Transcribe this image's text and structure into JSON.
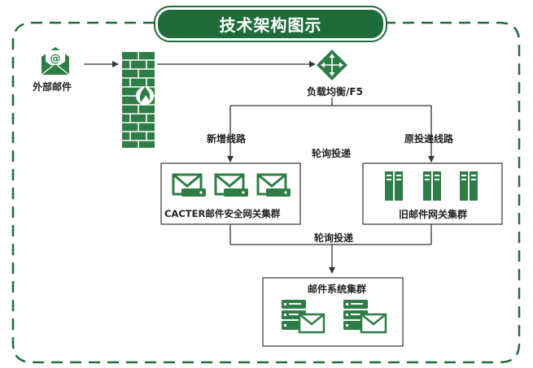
{
  "title": "技术架构图示",
  "nodes": {
    "external_mail": "外部邮件",
    "load_balancer": "负载均衡/F5",
    "new_route": "新增线路",
    "orig_route": "原投递线路",
    "poll_top": "轮询投递",
    "cacter_cluster": "CACTER邮件安全网关集群",
    "old_cluster": "旧邮件网关集群",
    "poll_bottom": "轮询投递",
    "mail_system": "邮件系统集群"
  },
  "colors": {
    "primary_green": "#1f6b3a",
    "icon_green": "#2e7d46"
  }
}
